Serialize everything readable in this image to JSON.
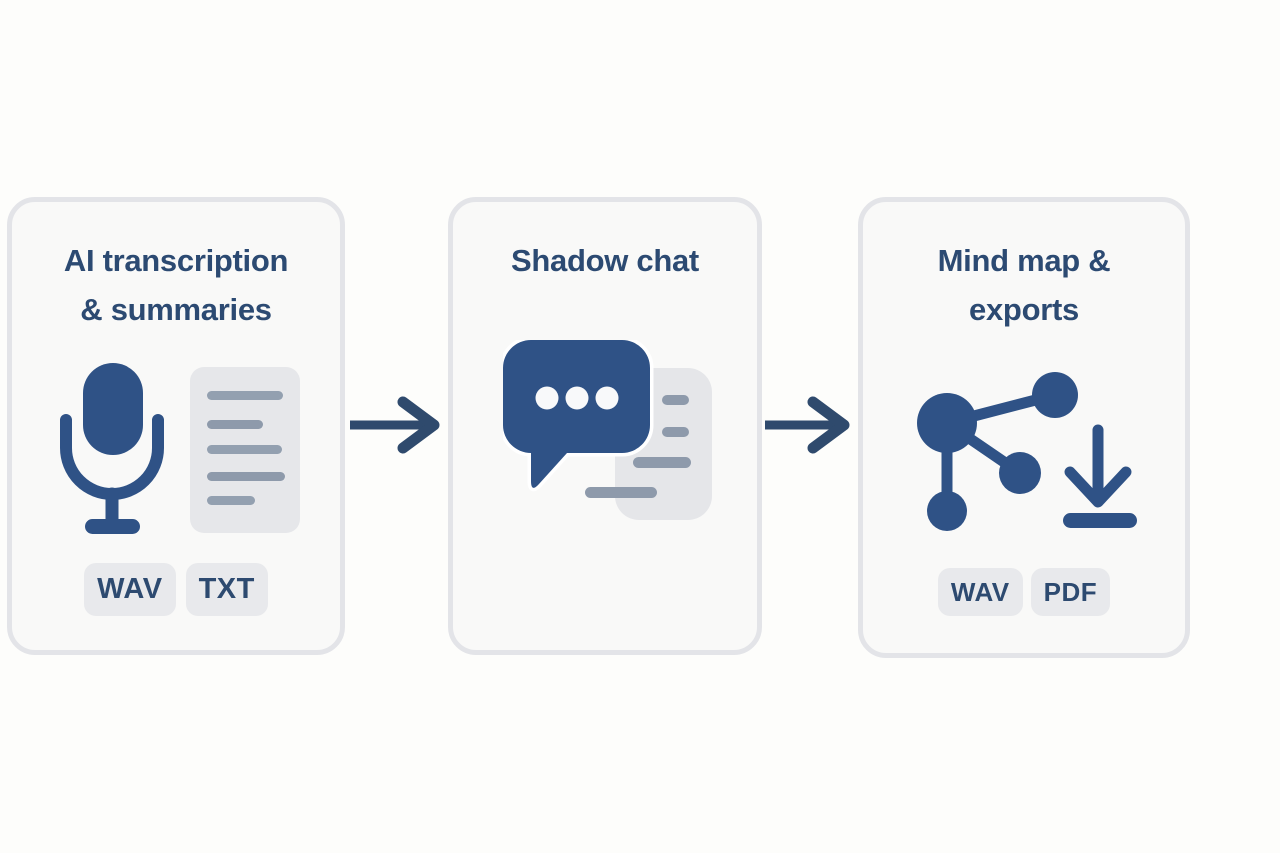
{
  "diagram": {
    "cards": [
      {
        "id": "ai-transcription",
        "title": "AI transcription\n& summaries",
        "icons": [
          "microphone-icon",
          "transcript-document-icon"
        ],
        "badges": [
          "WAV",
          "TXT"
        ]
      },
      {
        "id": "shadow-chat",
        "title": "Shadow chat",
        "icons": [
          "chat-bubble-icon",
          "reply-message-icon"
        ],
        "badges": []
      },
      {
        "id": "mindmap-exports",
        "title": "Mind map &\nexports",
        "icons": [
          "mind-map-icon",
          "download-icon"
        ],
        "badges": [
          "WAV",
          "PDF"
        ]
      }
    ],
    "arrows": {
      "count": 2,
      "direction": "right"
    }
  },
  "colors": {
    "page_background": "#fdfdfb",
    "card_background": "#f9f9f8",
    "card_border": "#e3e4e8",
    "title_navy": "#2c4a72",
    "icon_navy": "#2f5286",
    "arrow_navy": "#2f4a6d",
    "muted_fill": "#e6e7ea",
    "muted_line": "#93a0b0",
    "badge_background": "#e8e9ec",
    "badge_text": "#2d4a70"
  }
}
